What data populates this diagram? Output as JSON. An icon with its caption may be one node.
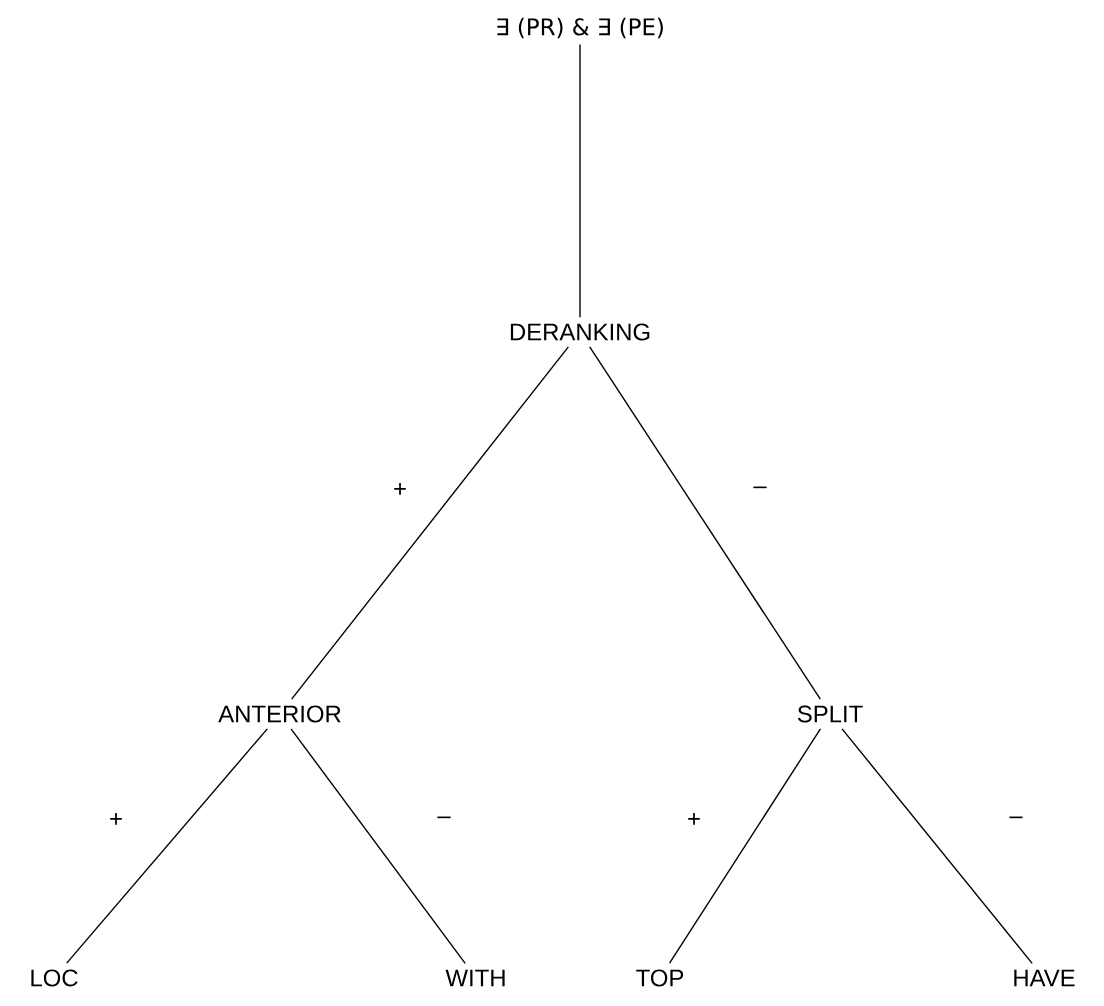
{
  "diagram": {
    "nodes": [
      {
        "text": [
          "∃ (PR) & ∃ (PE)"
        ]
      },
      {
        "text": [
          "DERANKING"
        ]
      },
      {
        "text": [
          "ANTERIOR"
        ]
      },
      {
        "text": [
          "SPLIT"
        ]
      },
      {
        "text": [
          "LOC"
        ]
      },
      {
        "text": [
          "WITH"
        ]
      },
      {
        "text": [
          "TOP"
        ]
      },
      {
        "text": [
          "HAVE"
        ]
      }
    ],
    "edges": [
      {
        "from": 0,
        "to": 1,
        "arrow": "none"
      },
      {
        "from": 1,
        "to": 2,
        "arrow": "none",
        "label": "+"
      },
      {
        "from": 1,
        "to": 3,
        "arrow": "none",
        "label": "–"
      },
      {
        "from": 2,
        "to": 4,
        "arrow": "none",
        "label": "+"
      },
      {
        "from": 2,
        "to": 5,
        "arrow": "none",
        "label": "–"
      },
      {
        "from": 3,
        "to": 6,
        "arrow": "none",
        "label": "+"
      },
      {
        "from": 3,
        "to": 7,
        "arrow": "none",
        "label": "–"
      }
    ]
  }
}
